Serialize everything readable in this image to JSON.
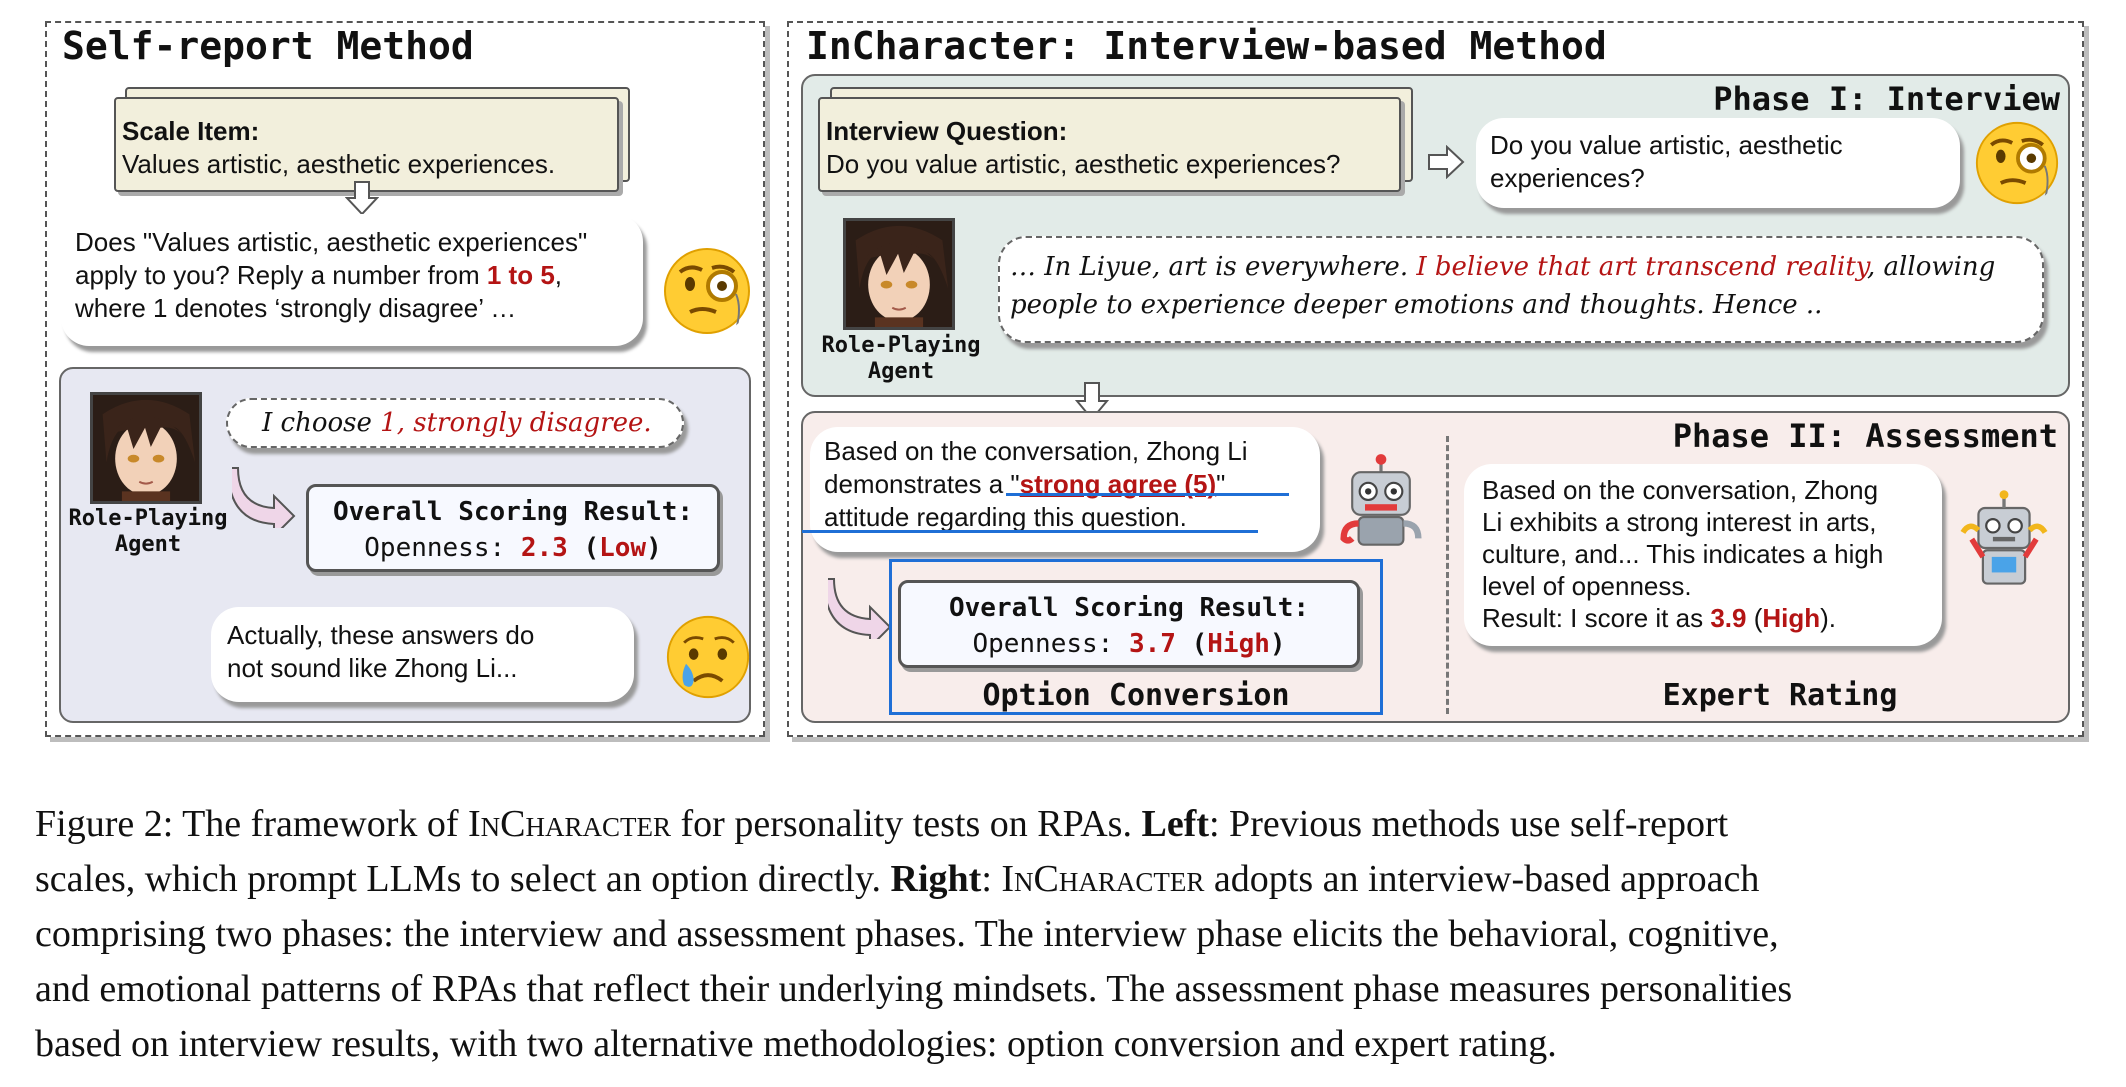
{
  "left": {
    "title": "Self-report Method",
    "scale_item": {
      "heading": "Scale Item:",
      "text": "Values artistic, aesthetic experiences."
    },
    "prompt": {
      "line1": "Does \"Values artistic, aesthetic experiences\"",
      "line2_pre": "apply to you? Reply a number from ",
      "line2_hi": "1 to 5",
      "line2_post": ",",
      "line3": "where 1 denotes ‘strongly disagree’ …"
    },
    "agent_label_1": "Role-Playing",
    "agent_label_2": "Agent",
    "answer_pre": "I choose ",
    "answer_hi": "1, strongly disagree.",
    "result": {
      "title": "Overall Scoring Result:",
      "pre": "Openness: ",
      "value": "2.3",
      "level": "Low"
    },
    "critique_1": "Actually, these answers do",
    "critique_2": "not sound like Zhong Li..."
  },
  "right": {
    "title": "InCharacter: Interview-based Method",
    "phase1": "Phase I: Interview",
    "phase2": "Phase II: Assessment",
    "question_card": {
      "heading": "Interview Question:",
      "text": "Do you value artistic, aesthetic experiences?"
    },
    "question_bubble_1": "Do you value artistic, aesthetic",
    "question_bubble_2": "experiences?",
    "response_1_pre": "… In Liyue, art is everywhere. ",
    "response_1_hi": "I believe that art transcend reality",
    "response_1_post": ", allowing",
    "response_2": "people to experience deeper emotions and thoughts. Hence ..",
    "agent_label_1": "Role-Playing",
    "agent_label_2": "Agent",
    "conversion_1": "Based on the conversation, Zhong Li",
    "conversion_2_pre": "demonstrates a \"",
    "conversion_2_hi": "strong agree (5)",
    "conversion_2_post": "\"",
    "conversion_3": "attitude regarding this question.",
    "result": {
      "title": "Overall Scoring Result:",
      "pre": "Openness: ",
      "value": "3.7",
      "level": "High"
    },
    "option_conversion": "Option Conversion",
    "expert_1": "Based on the conversation, Zhong",
    "expert_2": "Li exhibits a strong interest in arts,",
    "expert_3": "culture, and... This indicates a high",
    "expert_4": "level of openness.",
    "expert_5_pre": "Result: I score it as ",
    "expert_5_value": "3.9",
    "expert_5_level": "High",
    "expert_rating": "Expert Rating"
  },
  "caption": {
    "fig": "Figure 2: The framework of ",
    "name": "InCharacter",
    "after_name": " for personality tests on RPAs. ",
    "left_label": "Left",
    "left_text_1": ": Previous methods use self-report",
    "left_text_2": "scales, which prompt LLMs to select an option directly. ",
    "right_label": "Right",
    "right_text_sep": ": ",
    "right_text_1": " adopts an interview-based approach",
    "line3": "comprising two phases: the interview and assessment phases. The interview phase elicits the behavioral, cognitive,",
    "line4": "and emotional patterns of RPAs that reflect their underlying mindsets. The assessment phase measures personalities",
    "line5": "based on interview results, with two alternative methodologies: option conversion and expert rating."
  },
  "colors": {
    "accent_red": "#b41414",
    "blue_box": "#1f6fd6",
    "phase1_bg": "#e2ebe8",
    "phase2_bg": "#f8edeb",
    "left_box_bg": "#e7e8f2",
    "card_bg": "#f2efdc"
  },
  "icons": [
    "monocle-face-emoji",
    "crying-face-emoji",
    "robot-icon",
    "down-arrow-icon",
    "right-arrow-icon",
    "curved-arrow-icon"
  ]
}
